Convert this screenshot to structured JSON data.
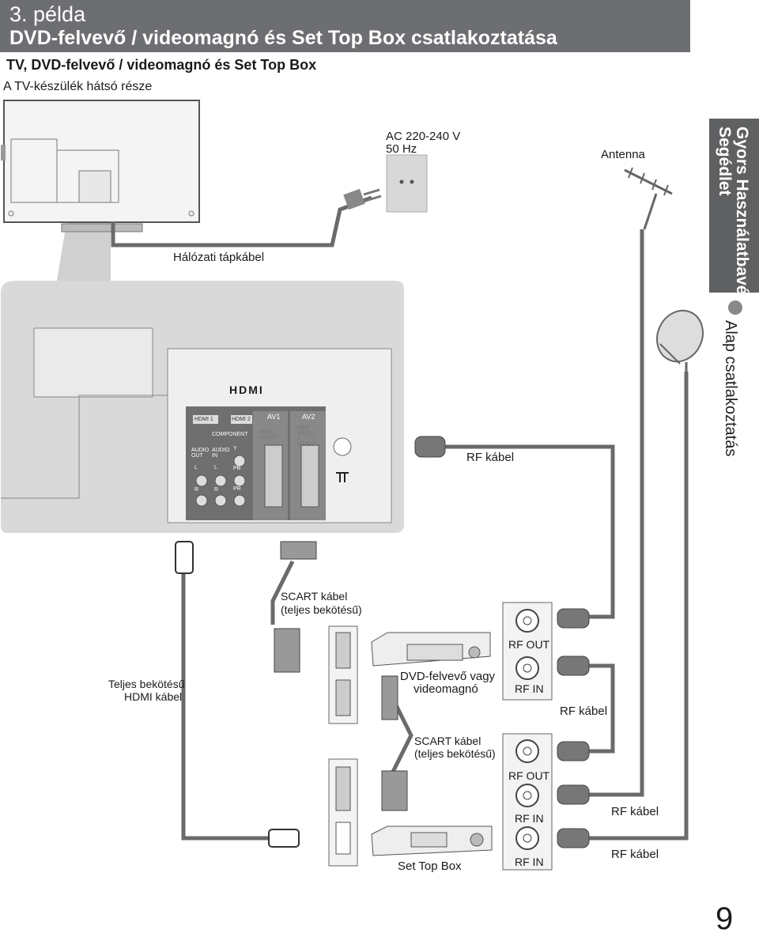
{
  "header": {
    "line1": "3. példa",
    "line2": "DVD-felvevő / videomagnó és Set Top Box csatlakoztatása"
  },
  "title": "TV, DVD-felvevő / videomagnó és Set Top Box",
  "subtitle": "A TV-készülék hátsó része",
  "labels": {
    "power_voltage": "AC 220-240 V",
    "power_freq": "50 Hz",
    "mains_cable": "Hálózati tápkábel",
    "antenna": "Antenna",
    "rf_cable": "RF kábel",
    "scart_cable_1": "SCART kábel",
    "scart_cable_1b": "(teljes bekötésű)",
    "scart_cable_2": "SCART kábel",
    "scart_cable_2b": "(teljes bekötésű)",
    "hdmi_cable_1": "Teljes bekötésű",
    "hdmi_cable_2": "HDMI kábel",
    "dvd_1": "DVD-felvevő vagy",
    "dvd_2": "videomagnó",
    "stb": "Set Top Box",
    "rf_out_1": "RF OUT",
    "rf_in_1": "RF IN",
    "rf_out_2": "RF OUT",
    "rf_in_2": "RF IN",
    "rf_in_3": "RF IN",
    "rf_cable_mid": "RF kábel",
    "rf_cable_low1": "RF kábel",
    "rf_cable_low2": "RF kábel"
  },
  "panel": {
    "hdmi_logo": "HDMI",
    "hdmi1": "HDMI 1",
    "hdmi2": "HDMI 2",
    "av1": "AV1",
    "av2": "AV2",
    "component": "COMPONENT",
    "audio_out": "AUDIO OUT",
    "audio_in": "AUDIO IN",
    "rgb_video": "RGB VIDEO",
    "av2_sig": "RGB VIDEO S VIDEO",
    "l": "L",
    "r": "R",
    "y": "Y",
    "pb": "PB",
    "pr": "PR"
  },
  "sidebar": {
    "title_line1": "Gyors Használatbavételi",
    "title_line2": "Segédlet",
    "section": "Alap csatlakoztatás"
  },
  "page_number": "9",
  "colors": {
    "header_bg": "#6d6e71",
    "sidebar_bg": "#5f6062",
    "panel_bg": "#d9d9da",
    "cable": "#6a6a6a"
  }
}
